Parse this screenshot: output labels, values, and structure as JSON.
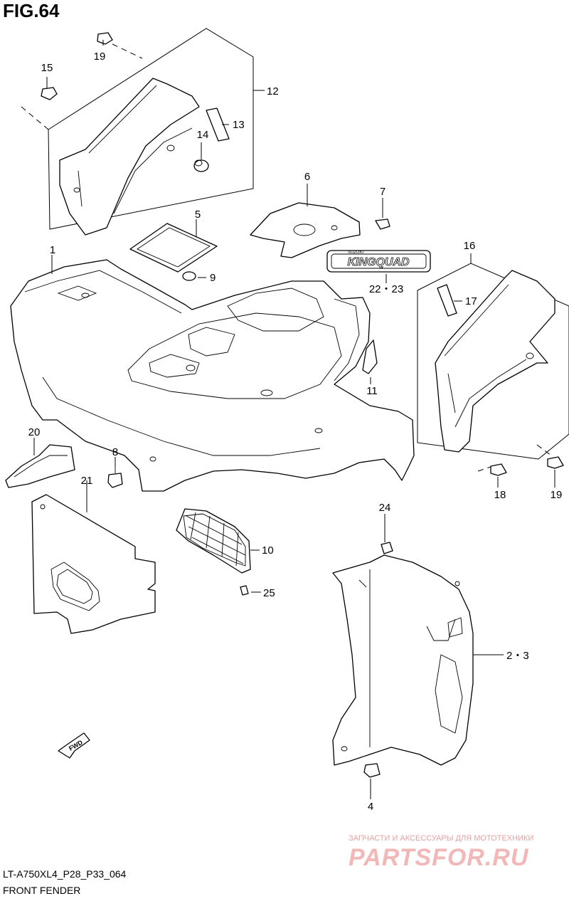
{
  "figure": {
    "title": "FIG.64",
    "model_code": "LT-A750XL4_P28_P33_064",
    "caption": "FRONT FENDER"
  },
  "badge": {
    "brand": "SUZUKI",
    "model": "KINGQUAD"
  },
  "fwd_label": "FWD",
  "watermark": {
    "line1": "ЗАПЧАСТИ И АКСЕССУАРЫ ДЛЯ МОТОТЕХНИКИ",
    "line2": "PARTSFOR.RU"
  },
  "callouts": {
    "c1": "1",
    "c2_3": "2・3",
    "c4": "4",
    "c5": "5",
    "c6": "6",
    "c7": "7",
    "c8": "8",
    "c9": "9",
    "c10": "10",
    "c11": "11",
    "c12": "12",
    "c13": "13",
    "c14": "14",
    "c15": "15",
    "c16": "16",
    "c17": "17",
    "c18": "18",
    "c19a": "19",
    "c19b": "19",
    "c20": "20",
    "c21": "21",
    "c22_23": "22・23",
    "c24": "24",
    "c25": "25"
  }
}
